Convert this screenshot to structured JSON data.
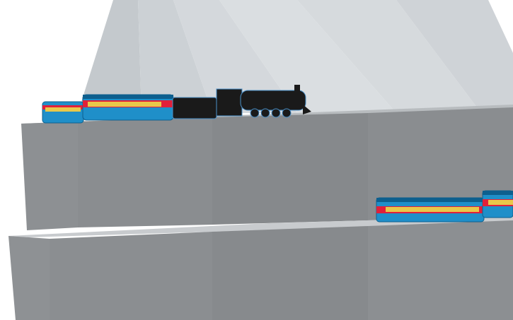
{
  "viewport": {
    "background": "#ffffff"
  },
  "colors": {
    "cone_light": "#dfe3e6",
    "cone_mid": "#c9ced2",
    "cone_dark": "#b3b9be",
    "shelf_face": "#8a8d90",
    "shelf_face_dark": "#7c7f82",
    "shelf_top": "#c8cbce",
    "car_blue": "#1f8fc9",
    "car_blue_dark": "#0d5f8e",
    "car_red": "#e0203a",
    "car_window": "#e8c84a",
    "locomotive": "#1a1a1a",
    "locomotive_outline": "#4a90c8"
  },
  "scene_objects": {
    "cone": "cone-shape",
    "upper_shelf": "box-shape",
    "lower_shelf": "box-shape",
    "upper_train": [
      "locomotive",
      "passenger-car",
      "passenger-car"
    ],
    "lower_train": [
      "passenger-car",
      "passenger-car"
    ]
  }
}
